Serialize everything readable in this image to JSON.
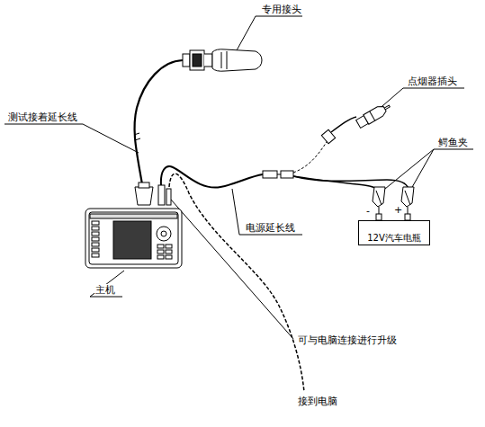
{
  "diagram": {
    "nodes": [
      {
        "text": [
          "12V汽车电瓶"
        ]
      }
    ],
    "labels": [
      "专用接头",
      "点烟器插头",
      "测试接着延长线",
      "鳄鱼夹",
      "-",
      "+",
      "电源延长线",
      "主机",
      "可与电脑连接进行升级",
      "接到电脑"
    ]
  }
}
